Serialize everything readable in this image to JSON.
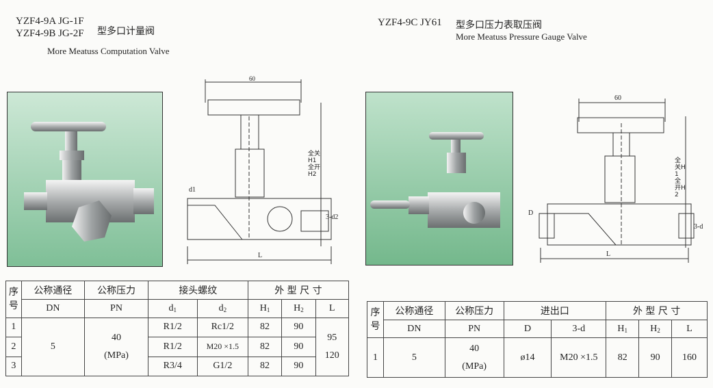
{
  "left": {
    "model_line1": "YZF4-9A JG-1F",
    "model_line2": "YZF4-9B JG-2F",
    "title_cn": "型多口计量阀",
    "title_en": "More Meatuss Computation Valve",
    "drawing": {
      "dim_width": "60",
      "label_d1": "d1",
      "label_3d2": "3-d2",
      "label_L": "L",
      "label_H": "全关H1 全开H2"
    },
    "table": {
      "header_seq": [
        "序",
        "号"
      ],
      "header_dn_cn": "公称通径",
      "header_pn_cn": "公称压力",
      "header_thread": "接头螺纹",
      "header_size": "外 型 尺 寸",
      "sub_dn": "DN",
      "sub_pn": "PN",
      "sub_d1": "d",
      "sub_d1_idx": "1",
      "sub_d2": "d",
      "sub_d2_idx": "2",
      "sub_h1": "H",
      "sub_h1_idx": "1",
      "sub_h2": "H",
      "sub_h2_idx": "2",
      "sub_l": "L",
      "dn_value": "5",
      "pn_value": "40",
      "pn_unit": "(MPa)",
      "L_values": [
        "95",
        "120"
      ],
      "rows": [
        {
          "seq": "1",
          "d1": "R1/2",
          "d2": "Rc1/2",
          "h1": "82",
          "h2": "90"
        },
        {
          "seq": "2",
          "d1": "R1/2",
          "d2": "M20 ×1.5",
          "h1": "82",
          "h2": "90"
        },
        {
          "seq": "3",
          "d1": "R3/4",
          "d2": "G1/2",
          "h1": "82",
          "h2": "90"
        }
      ]
    }
  },
  "right": {
    "model": "YZF4-9C  JY61",
    "title_cn": "型多口压力表取压阀",
    "title_en": "More Meatuss Pressure Gauge Valve",
    "drawing": {
      "dim_width": "60",
      "label_D": "D",
      "label_3d": "3-d",
      "label_L": "L",
      "label_H": "全关H1 全开H2"
    },
    "table": {
      "header_seq": [
        "序",
        "号"
      ],
      "header_dn_cn": "公称通径",
      "header_pn_cn": "公称压力",
      "header_io": "进出口",
      "header_size": "外 型 尺 寸",
      "sub_dn": "DN",
      "sub_pn": "PN",
      "sub_D": "D",
      "sub_3d": "3-d",
      "sub_h1": "H",
      "sub_h1_idx": "1",
      "sub_h2": "H",
      "sub_h2_idx": "2",
      "sub_l": "L",
      "row": {
        "seq": "1",
        "dn": "5",
        "pn": "40",
        "pn_unit": "(MPa)",
        "D": "ø14",
        "d3": "M20 ×1.5",
        "h1": "82",
        "h2": "90",
        "L": "160"
      }
    }
  }
}
